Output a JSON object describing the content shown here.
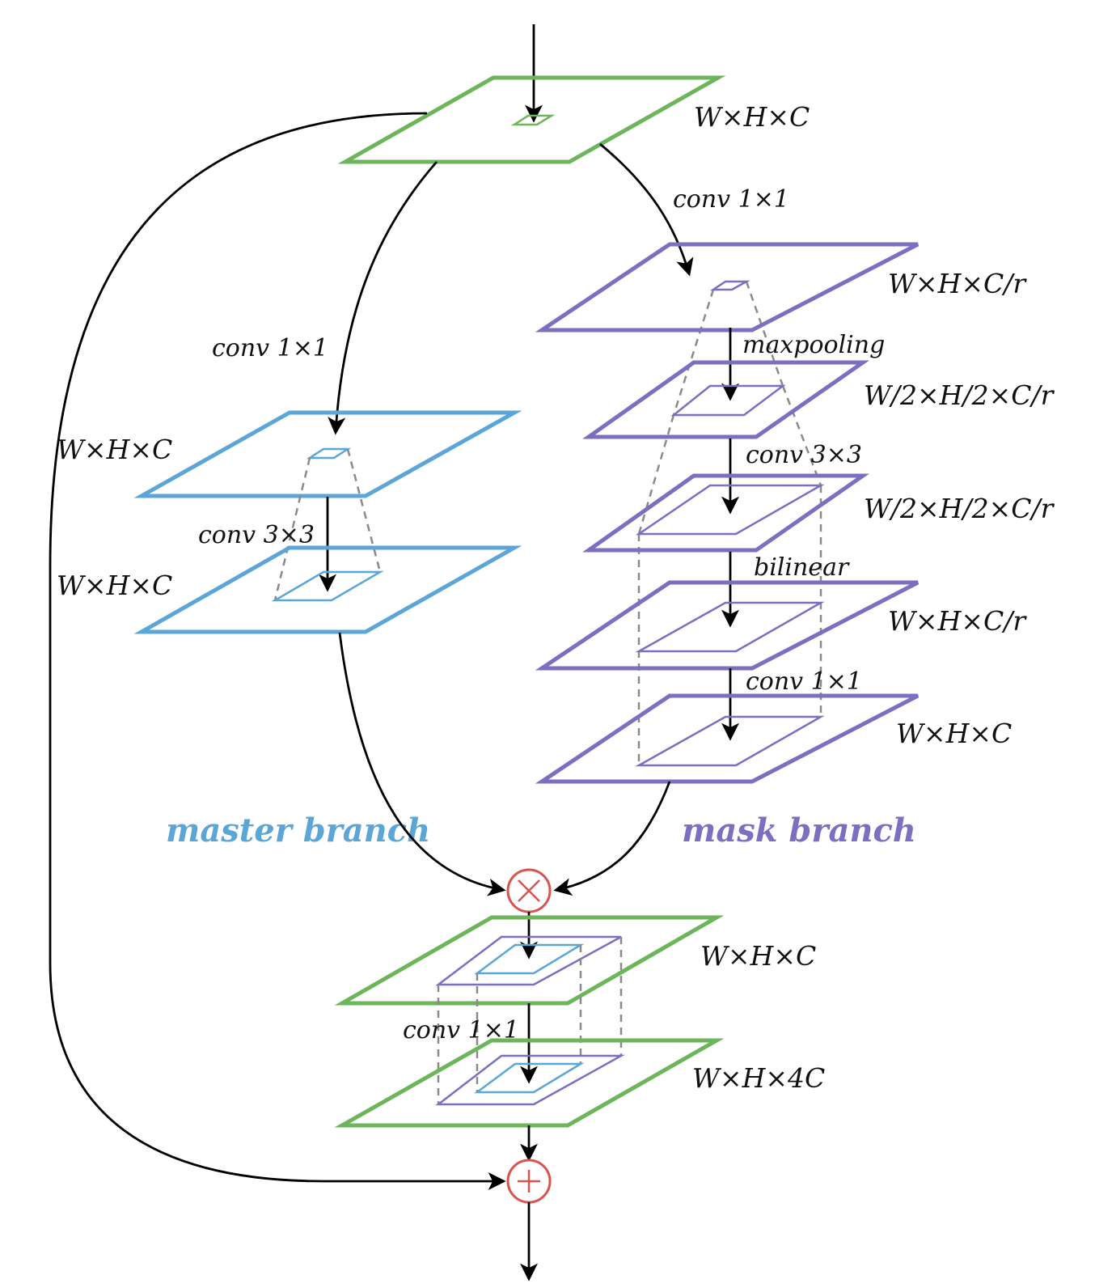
{
  "colors": {
    "input_output": "#6cb55b",
    "master": "#5ba6d6",
    "mask": "#7b6fbf",
    "operator": "#d9534f",
    "dashed": "#8a8a8a",
    "arrow": "#000000"
  },
  "labels": {
    "input_dim": "W×H×C",
    "mask_conv1": "conv 1×1",
    "mask_dim1": "W×H×C/r",
    "mask_pool": "maxpooling",
    "mask_dim2": "W/2×H/2×C/r",
    "mask_conv3": "conv 3×3",
    "mask_dim3": "W/2×H/2×C/r",
    "mask_bilinear": "bilinear",
    "mask_dim4": "W×H×C/r",
    "mask_conv1b": "conv 1×1",
    "mask_dim5": "W×H×C",
    "master_conv1": "conv 1×1",
    "master_dim1": "W×H×C",
    "master_conv3": "conv 3×3",
    "master_dim2": "W×H×C",
    "master_branch": "master branch",
    "mask_branch": "mask branch",
    "out_dim1": "W×H×C",
    "out_conv": "conv 1×1",
    "out_dim2": "W×H×4C"
  },
  "operators": {
    "multiply": "×",
    "add": "+"
  },
  "icons": {
    "multiply": "multiply-circle-icon",
    "add": "plus-circle-icon"
  }
}
